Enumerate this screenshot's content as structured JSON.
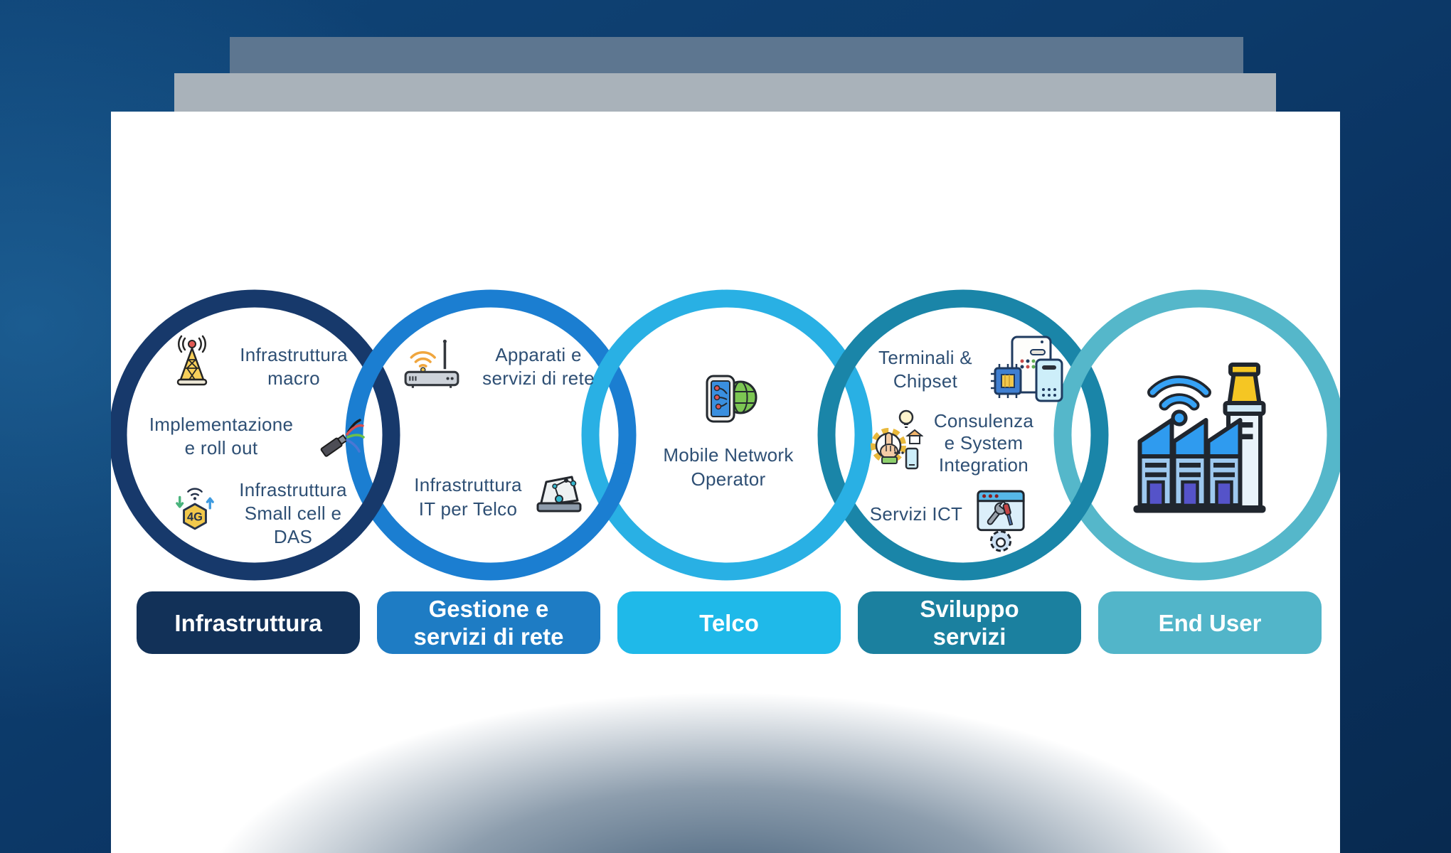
{
  "palette": {
    "bg-deep": "#082a50",
    "bg-light": "#0f4477",
    "deck-back": "#5d7690",
    "deck-mid": "#a9b2ba",
    "slide-bg": "#ffffff",
    "text-steel": "#2e4f74",
    "label-text": "#ffffff"
  },
  "chain": {
    "circles": [
      {
        "id": "infrastruttura",
        "ring_color": "#17396b",
        "label": "Infrastruttura",
        "label_bg": "#123158",
        "items": [
          {
            "icon": "radio-tower-icon",
            "text": "Infrastruttura\nmacro"
          },
          {
            "icon": "cable-icon",
            "text": "Implementazione\ne roll out"
          },
          {
            "icon": "small-cell-4g-icon",
            "text": "Infrastruttura\nSmall cell e\nDAS"
          }
        ]
      },
      {
        "id": "gestione-servizi-rete",
        "ring_color": "#1b7ed1",
        "label": "Gestione e\nservizi di rete",
        "label_bg": "#1e7cc4",
        "items": [
          {
            "icon": "router-icon",
            "text": "Apparati e\nservizi di rete"
          },
          {
            "icon": "hologram-icon",
            "text": "Infrastruttura\nIT per Telco"
          }
        ]
      },
      {
        "id": "telco",
        "ring_color": "#29b0e4",
        "label": "Telco",
        "label_bg": "#1fb9e9",
        "items": [
          {
            "icon": "mobile-network-icon",
            "text": "Mobile Network\nOperator"
          }
        ]
      },
      {
        "id": "sviluppo-servizi",
        "ring_color": "#1a85a8",
        "label": "Sviluppo\nservizi",
        "label_bg": "#1b809f",
        "items": [
          {
            "icon": "terminals-chipset-icon",
            "text": "Terminali &\nChipset"
          },
          {
            "icon": "consulting-icon",
            "text": "Consulenza\ne System\nIntegration"
          },
          {
            "icon": "ict-services-icon",
            "text": "Servizi ICT"
          }
        ]
      },
      {
        "id": "end-user",
        "ring_color": "#55b7ca",
        "label": "End User",
        "label_bg": "#52b5c9",
        "items": [
          {
            "icon": "smart-factory-icon",
            "text": ""
          }
        ]
      }
    ]
  }
}
